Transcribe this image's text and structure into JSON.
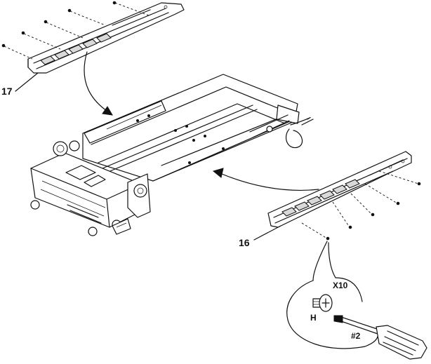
{
  "callouts": {
    "part_17": "17",
    "part_16": "16",
    "quantity": "X10",
    "screw_type": "H",
    "driver_size": "#2"
  },
  "icons": {
    "screw": "phillips-screw-icon",
    "screwdriver": "phillips-screwdriver-icon"
  },
  "colors": {
    "line": "#111111",
    "background": "#ffffff"
  }
}
